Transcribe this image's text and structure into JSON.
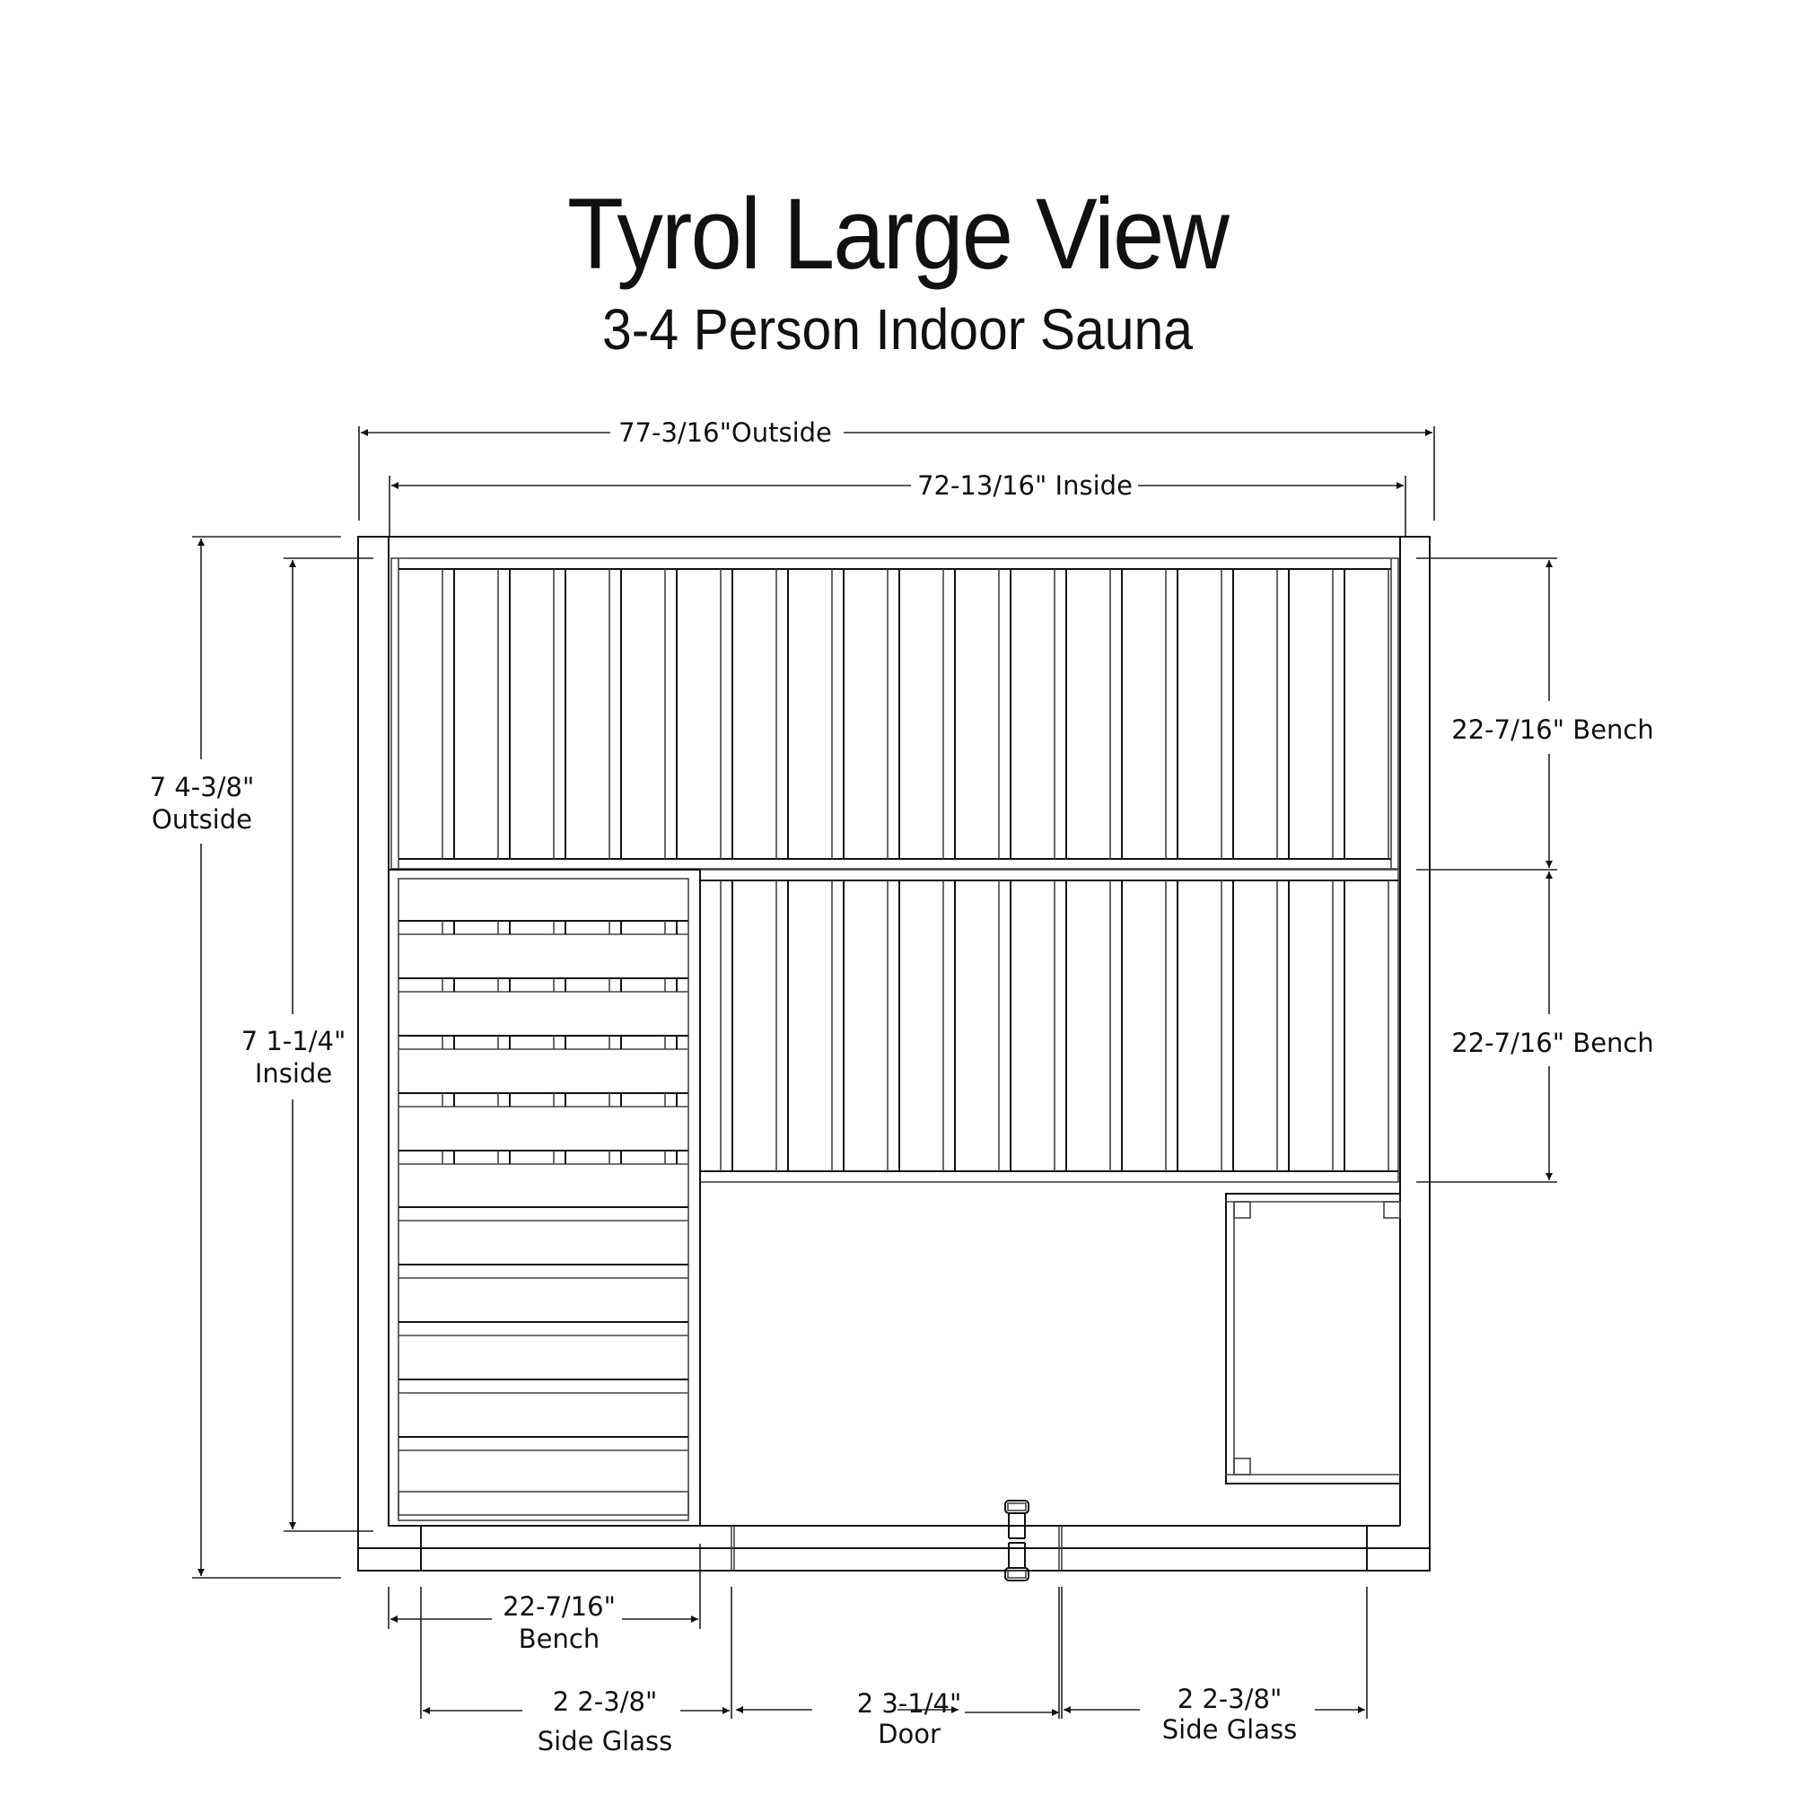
{
  "header": {
    "title": "Tyrol Large View",
    "subtitle": "3-4 Person Indoor Sauna"
  },
  "dimensions": {
    "outside_width": "77-3/16\"Outside",
    "inside_width": "72-13/16\" Inside",
    "outside_height": {
      "value": "7 4-3/8\"",
      "label": "Outside"
    },
    "inside_height": {
      "value": "7 1-1/4\"",
      "label": "Inside"
    },
    "upper_bench_depth": "22-7/16\" Bench",
    "lower_bench_depth": "22-7/16\" Bench",
    "side_bench_width": {
      "value": "22-7/16\"",
      "label": "Bench"
    },
    "left_side_glass": {
      "value": "2 2-3/8\"",
      "label": "Side Glass"
    },
    "door": {
      "value": "2 3-1/4\"",
      "label": "Door"
    },
    "right_side_glass": {
      "value": "2 2-3/8\"",
      "label": "Side Glass"
    }
  },
  "components": [
    "upper-bench",
    "lower-bench",
    "side-bench",
    "heater",
    "door-handle",
    "side-glass-left",
    "door",
    "side-glass-right"
  ]
}
